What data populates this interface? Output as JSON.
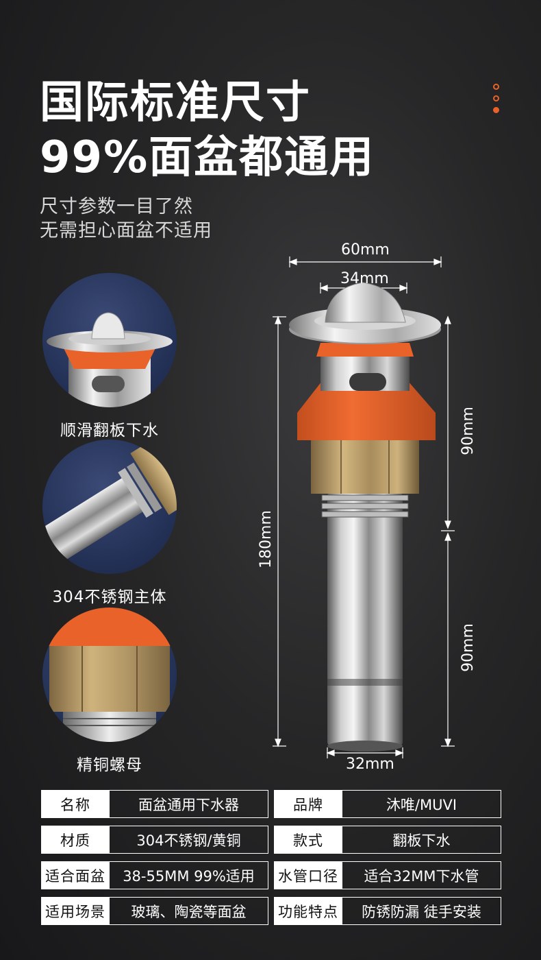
{
  "headline": {
    "line1": "国际标准尺寸",
    "line2": "99%面盆都通用"
  },
  "subline": {
    "line1": "尺寸参数一目了然",
    "line2": "无需担心面盆不适用"
  },
  "features": [
    {
      "caption": "顺滑翻板下水"
    },
    {
      "caption": "304不锈钢主体"
    },
    {
      "caption": "精铜螺母"
    }
  ],
  "dimensions": {
    "top_width": "60mm",
    "inner_width": "34mm",
    "total_height": "180mm",
    "upper_height": "90mm",
    "lower_height": "90mm",
    "pipe_diameter": "32mm"
  },
  "specs": [
    {
      "k1": "名称",
      "v1": "面盆通用下水器",
      "k2": "品牌",
      "v2": "沐唯/MUVI"
    },
    {
      "k1": "材质",
      "v1": "304不锈钢/黄铜",
      "k2": "款式",
      "v2": "翻板下水"
    },
    {
      "k1": "适合面盆",
      "v1": "38-55MM 99%适用",
      "k2": "水管口径",
      "v2": "适合32MM下水管"
    },
    {
      "k1": "适用场景",
      "v1": "玻璃、陶瓷等面盆",
      "k2": "功能特点",
      "v2": "防锈防漏 徒手安装"
    }
  ],
  "colors": {
    "accent": "#e8622a",
    "brass": "#b89a6a",
    "steel": "#c8c8c8"
  }
}
